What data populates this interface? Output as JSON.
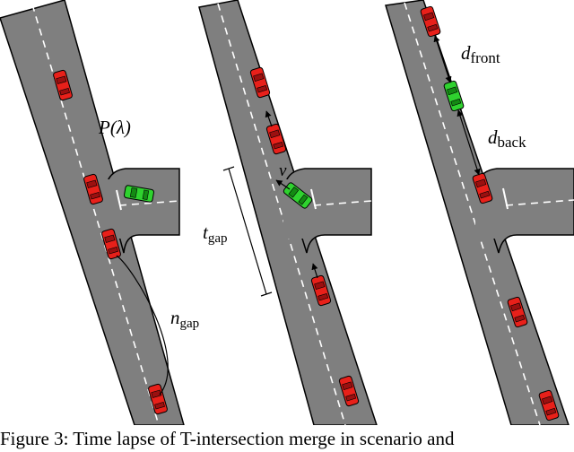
{
  "figure": {
    "caption": "Figure 3: Time lapse of T-intersection merge in scenario and"
  },
  "panels": [
    {
      "id": "left",
      "labels": {
        "rate_main": "P(λ)",
        "gap_sym": "n",
        "gap_sub": "gap"
      }
    },
    {
      "id": "middle",
      "labels": {
        "time_sym": "t",
        "time_sub": "gap",
        "speed": "v"
      }
    },
    {
      "id": "right",
      "labels": {
        "front_sym": "d",
        "front_sub": "front",
        "back_sym": "d",
        "back_sub": "back"
      }
    }
  ],
  "colors": {
    "road": "#7f7f7f",
    "road_edge": "#000000",
    "lane_marking": "#ffffff",
    "car_red": "#e8201a",
    "car_green": "#2fd22f",
    "car_outline": "#000000",
    "annotation": "#000000"
  }
}
